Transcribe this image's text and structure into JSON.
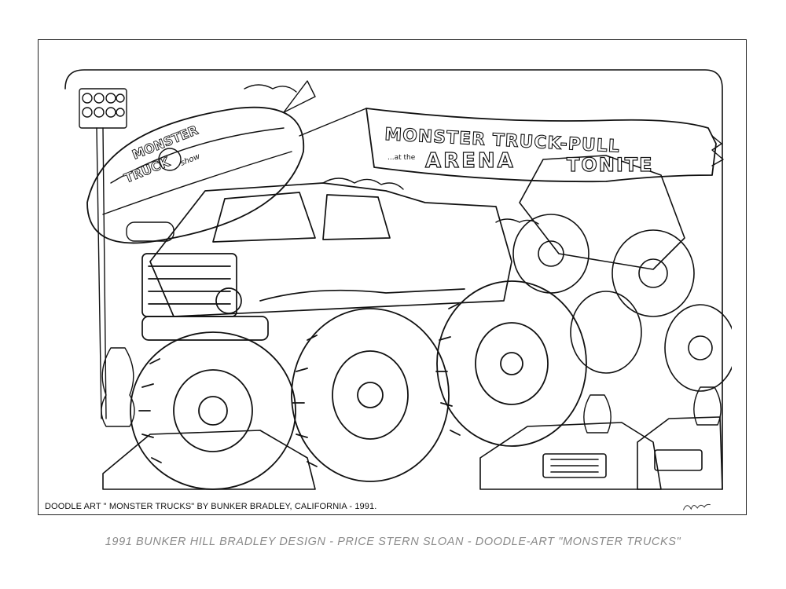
{
  "artwork": {
    "banner_line1": "MONSTER TRUCK-PULL",
    "banner_small": "...at the",
    "banner_line2": "ARENA",
    "banner_line3": "TONITE",
    "blimp_text1": "MONSTER",
    "blimp_text2": "TRUCK",
    "blimp_text3": "show"
  },
  "caption": "DOODLE ART \" MONSTER TRUCKS\" BY BUNKER BRADLEY, CALIFORNIA - 1991.",
  "footer": "1991  BUNKER  HILL BRADLEY DESIGN - PRICE STERN SLOAN - DOODLE-ART \"MONSTER TRUCKS\""
}
